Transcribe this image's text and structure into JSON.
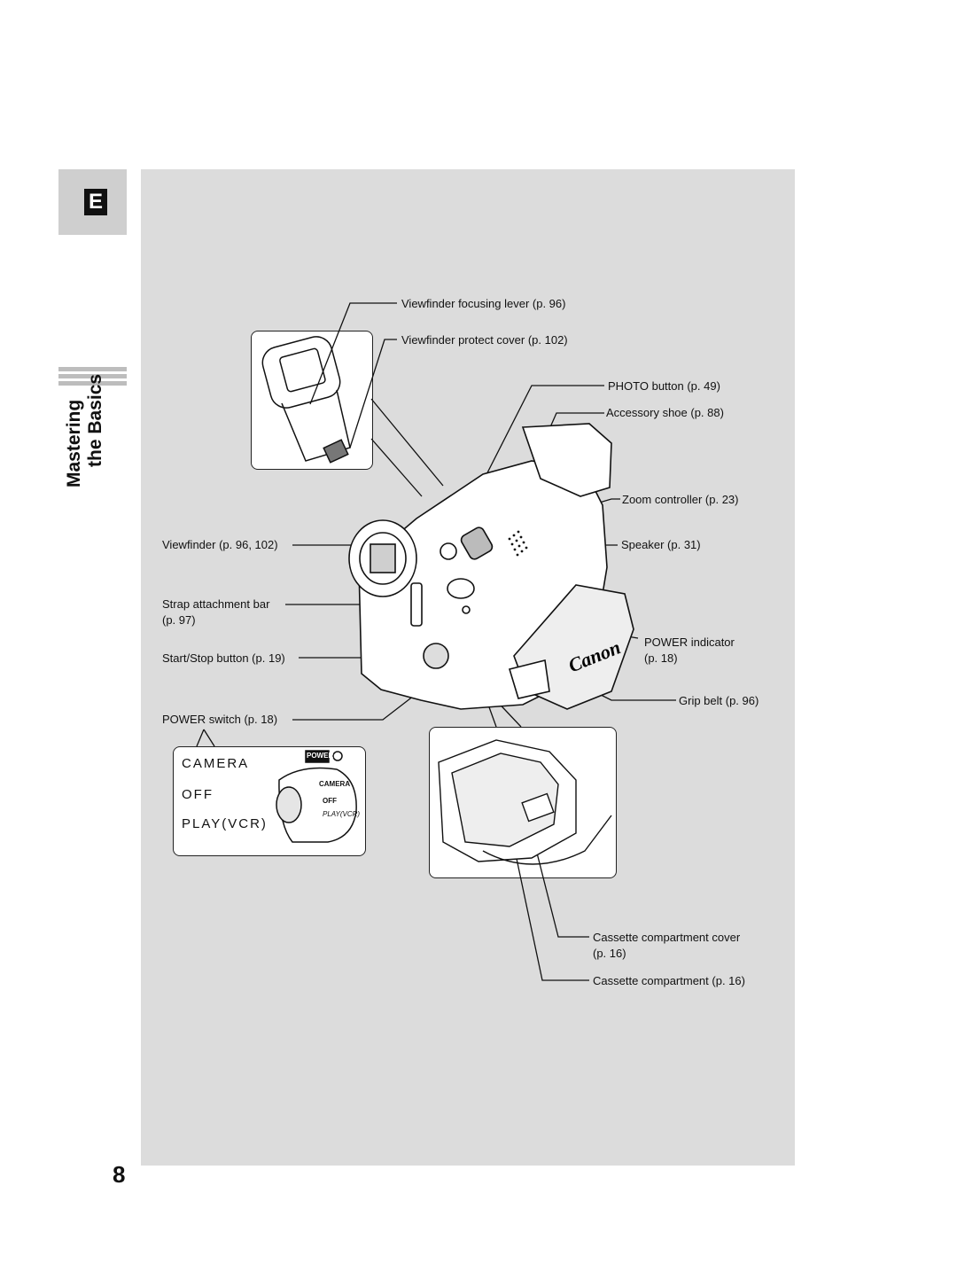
{
  "tab": {
    "letter": "E"
  },
  "section_title": {
    "line1": "Mastering",
    "line2": "the Basics"
  },
  "page_number": "8",
  "labels": {
    "viewfinder_focusing_lever": "Viewfinder focusing lever (p. 96)",
    "viewfinder_protect_cover": "Viewfinder protect cover (p. 102)",
    "photo_button": "PHOTO button (p. 49)",
    "accessory_shoe": "Accessory shoe (p. 88)",
    "zoom_controller": "Zoom controller (p. 23)",
    "viewfinder": "Viewfinder (p. 96, 102)",
    "speaker": "Speaker (p. 31)",
    "strap_attachment_bar_1": "Strap attachment bar",
    "strap_attachment_bar_2": "(p. 97)",
    "power_indicator_1": "POWER indicator",
    "power_indicator_2": "(p. 18)",
    "start_stop_button": "Start/Stop button (p. 19)",
    "grip_belt": "Grip belt (p. 96)",
    "power_switch": "POWER switch (p. 18)",
    "cassette_cover_1": "Cassette compartment cover",
    "cassette_cover_2": "(p. 16)",
    "cassette_compartment": "Cassette compartment (p. 16)"
  },
  "power_switch_inset": {
    "modes": [
      "CAMERA",
      "OFF",
      "PLAY(VCR)"
    ],
    "power_tag": "POWER",
    "dial_camera": "CAMERA",
    "dial_off": "OFF",
    "dial_play": "PLAY(VCR)"
  },
  "brand_logo": "Canon"
}
